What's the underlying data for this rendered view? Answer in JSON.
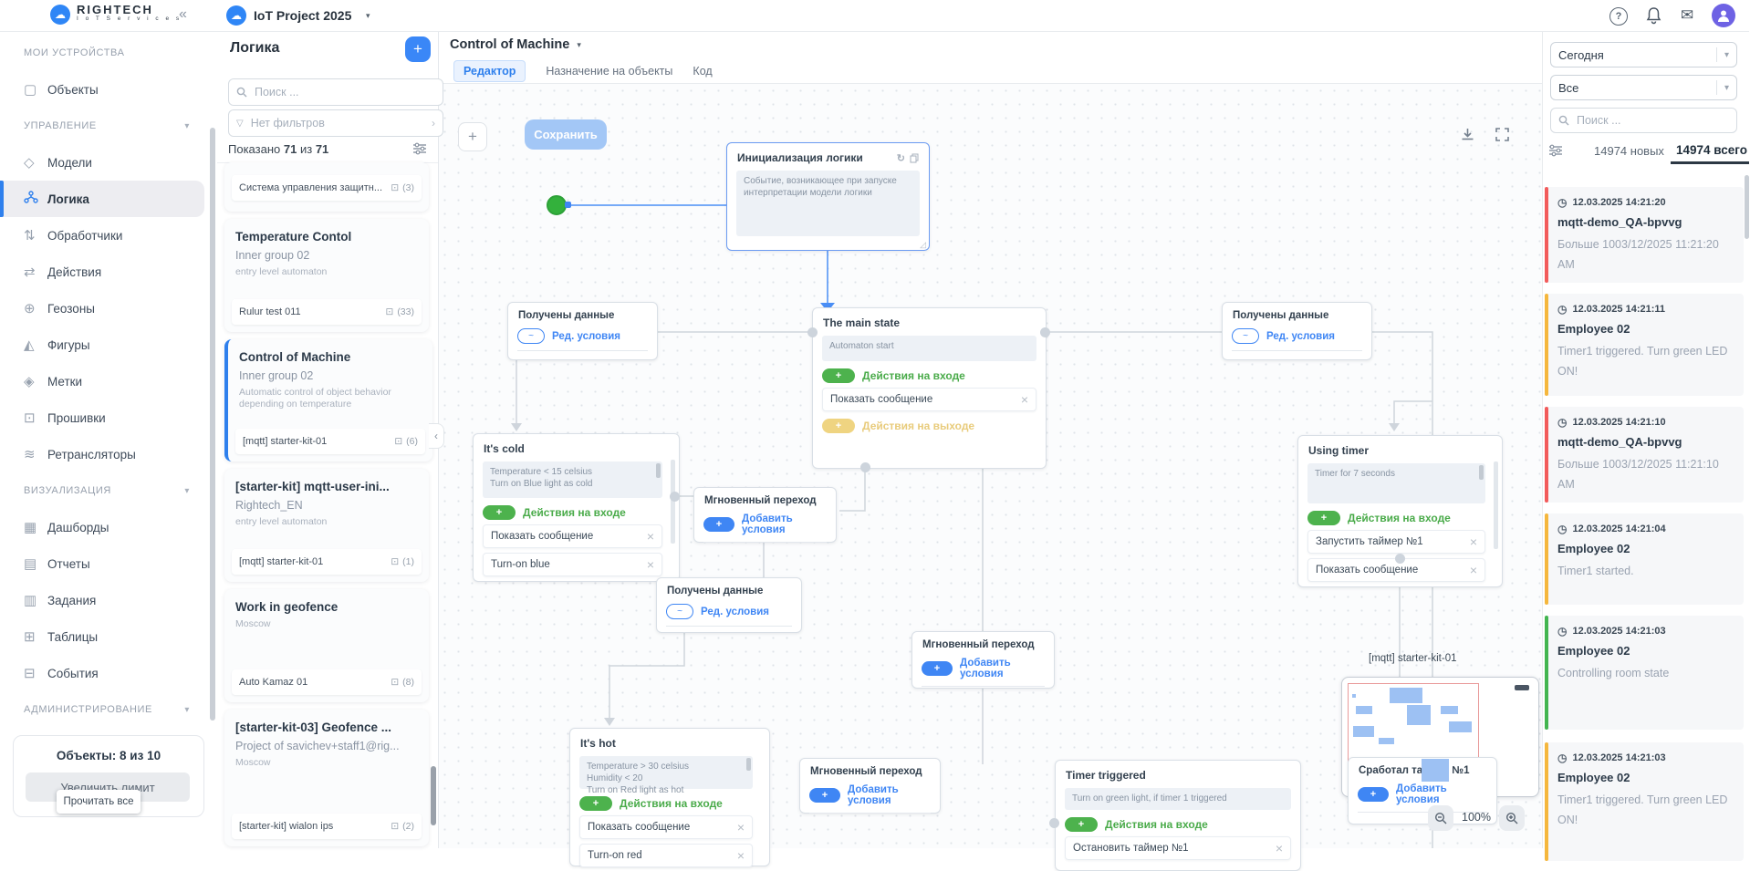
{
  "topbar": {
    "brand": {
      "name": "RIGHTECH",
      "sub": "I o T   S e r v i c e s"
    },
    "collapse_icon": "«",
    "project": {
      "label": "IoT Project 2025",
      "caret": "▾"
    }
  },
  "sidebar": {
    "items": [
      {
        "label": "МОИ УСТРОЙСТВА"
      },
      {
        "label": "Объекты",
        "icon": "▢"
      },
      {
        "label": "УПРАВЛЕНИЕ",
        "chevron": "▾"
      },
      {
        "label": "Модели",
        "icon": "◇"
      },
      {
        "label": "Логика"
      },
      {
        "label": "Обработчики",
        "icon": "⇅"
      },
      {
        "label": "Действия",
        "icon": "⇄"
      },
      {
        "label": "Геозоны",
        "icon": "⊕"
      },
      {
        "label": "Фигуры",
        "icon": "◭"
      },
      {
        "label": "Метки",
        "icon": "◈"
      },
      {
        "label": "Прошивки",
        "icon": "⊡"
      },
      {
        "label": "Ретрансляторы",
        "icon": "≋"
      },
      {
        "label": "ВИЗУАЛИЗАЦИЯ",
        "chevron": "▾"
      },
      {
        "label": "Дашборды",
        "icon": "▦"
      },
      {
        "label": "Отчеты",
        "icon": "▤"
      },
      {
        "label": "Задания",
        "icon": "▥"
      },
      {
        "label": "Таблицы",
        "icon": "⊞"
      },
      {
        "label": "События",
        "icon": "⊟"
      },
      {
        "label": "АДМИНИСТРИРОВАНИЕ",
        "chevron": "▾"
      }
    ],
    "limit": {
      "title": "Объекты: 8 из 10",
      "button": "Увеличить лимит"
    }
  },
  "logic": {
    "title": "Логика",
    "add_button": "+",
    "search_placeholder": "Поиск ...",
    "filter_placeholder": "Нет фильтров",
    "shown": {
      "prefix": "Показано",
      "count": "71",
      "of": "из",
      "total": "71"
    },
    "cards": [
      {
        "device": "Система управления защитн...",
        "count": "(3)"
      },
      {
        "title": "Temperature Contol",
        "subtitle": "Inner group 02",
        "desc": "entry level automaton",
        "device": "Rulur test 011",
        "count": "(33)"
      },
      {
        "title": "Control of Machine",
        "subtitle": "Inner group 02",
        "desc": "Automatic control of object behavior depending on temperature",
        "device": "[mqtt] starter-kit-01",
        "count": "(6)"
      },
      {
        "title": "[starter-kit] mqtt-user-ini...",
        "subtitle": "Rightech_EN",
        "desc": "entry level automaton",
        "device": "[mqtt] starter-kit-01",
        "count": "(1)"
      },
      {
        "title": "Work in geofence",
        "desc": "Moscow",
        "device": "Auto Kamaz 01",
        "count": "(8)"
      },
      {
        "title": "[starter-kit-03] Geofence ...",
        "subtitle": "Project of savichev+staff1@rig...",
        "desc": "Moscow",
        "device": "[starter-kit] wialon ips",
        "count": "(2)"
      }
    ]
  },
  "editor": {
    "title": "Control of Machine",
    "caret": "▾",
    "tabs": [
      "Редактор",
      "Назначение на объекты",
      "Код"
    ],
    "save_label": "Сохранить",
    "zoom_level": "100%",
    "labels": {
      "received": "Получены данные",
      "edit_cond": "Ред. условия",
      "transition": "Мгновенный переход",
      "add_cond": "Добавить условия",
      "in_actions": "Действия на входе",
      "out_actions": "Действия на выходе",
      "tilde": "~",
      "plus": "+"
    },
    "nodes": {
      "init": {
        "title": "Инициализация логики",
        "desc": "Событие, возникающее при запуске интерпретации модели логики"
      },
      "main": {
        "title": "The main state",
        "desc": "Automaton start",
        "a1": "Показать сообщение"
      },
      "cold": {
        "title": "It's cold",
        "desc": "Temperature < 15 celsius\nTurn on Blue light as cold",
        "a1": "Показать сообщение",
        "a2": "Turn-on blue"
      },
      "timer": {
        "title": "Using timer",
        "desc": "Timer for 7  seconds",
        "a1": "Запустить таймер №1",
        "a2": "Показать сообщение"
      },
      "hot": {
        "title": "It's hot",
        "desc": "Temperature > 30 celsius\nHumidity < 20\nTurn on Red light as hot",
        "a1": "Показать сообщение",
        "a2": "Turn-on red"
      },
      "triggered": {
        "title": "Timer triggered",
        "desc": "Turn on green light, if timer 1 triggered",
        "a1": "Остановить таймер №1"
      },
      "fired": {
        "title": "Сработал таймер №1"
      }
    },
    "minimap_label": "[mqtt] starter-kit-01"
  },
  "events": {
    "period": "Сегодня",
    "type_filter": "Все",
    "search_placeholder": "Поиск ...",
    "tab_new": "14974 новых",
    "tab_total": "14974 всего",
    "read_all": "Прочитать все",
    "list": [
      {
        "time": "12.03.2025 14:21:20",
        "name": "mqtt-demo_QA-bpvvg",
        "desc": "Больше 1003/12/2025 11:21:20 AM",
        "color": "red"
      },
      {
        "time": "12.03.2025 14:21:11",
        "name": "Employee 02",
        "desc": "Timer1 triggered. Turn green LED ON!",
        "color": "yellow"
      },
      {
        "time": "12.03.2025 14:21:10",
        "name": "mqtt-demo_QA-bpvvg",
        "desc": "Больше 1003/12/2025 11:21:10 AM",
        "color": "red"
      },
      {
        "time": "12.03.2025 14:21:04",
        "name": "Employee 02",
        "desc": "Timer1 started.",
        "color": "yellow"
      },
      {
        "time": "12.03.2025 14:21:03",
        "name": "Employee 02",
        "desc": "Controlling room state",
        "color": "green"
      },
      {
        "time": "12.03.2025 14:21:03",
        "name": "Employee 02",
        "desc": "Timer1 triggered. Turn green LED ON!",
        "color": "yellow"
      }
    ]
  },
  "colors": {
    "accent_blue": "#2f80ed",
    "save_button": "#a3c7f6",
    "green_action": "#4db24d",
    "yellow_action": "#e9c34c",
    "event_red": "#f25b5b",
    "event_yellow": "#f5b73d",
    "event_green": "#43b550",
    "avatar_purple": "#6e62e4",
    "start_node_green": "#33b13c"
  }
}
